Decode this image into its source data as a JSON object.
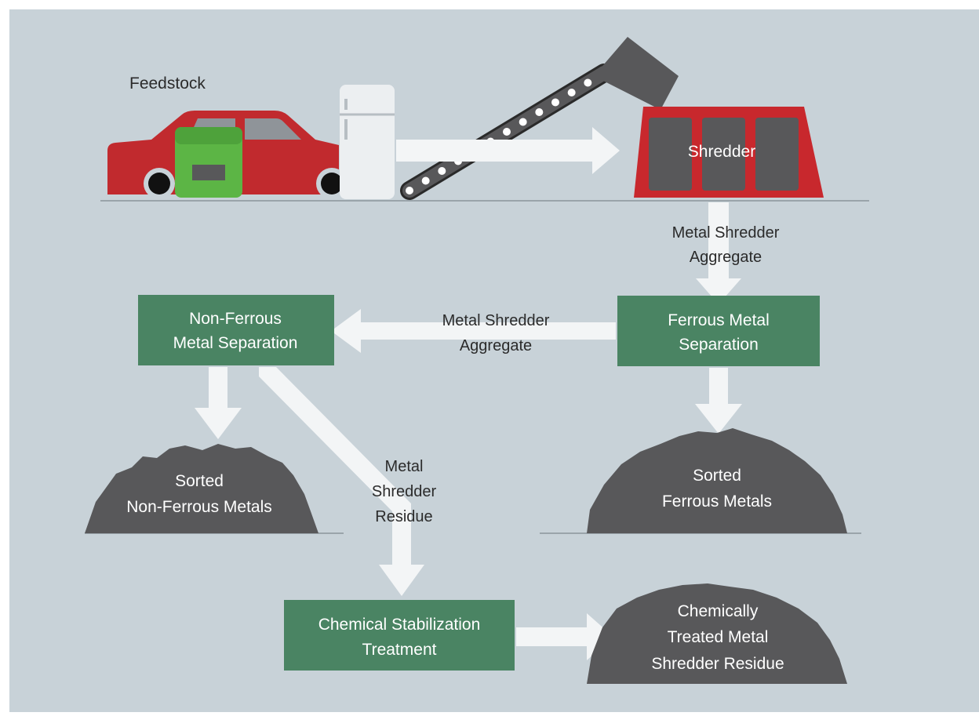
{
  "feedstock_label": "Feedstock",
  "shredder_label": "Shredder",
  "flow_labels": {
    "shredder_to_ferrous": [
      "Metal Shredder",
      "Aggregate"
    ],
    "ferrous_to_nonferrous": [
      "Metal Shredder",
      "Aggregate"
    ],
    "residue": [
      "Metal",
      "Shredder",
      "Residue"
    ]
  },
  "process_boxes": {
    "non_ferrous": [
      "Non-Ferrous",
      "Metal Separation"
    ],
    "ferrous": [
      "Ferrous Metal",
      "Separation"
    ],
    "chemical": [
      "Chemical Stabilization",
      "Treatment"
    ]
  },
  "piles": {
    "sorted_non_ferrous": [
      "Sorted",
      "Non-Ferrous Metals"
    ],
    "sorted_ferrous": [
      "Sorted",
      "Ferrous Metals"
    ],
    "treated_residue": [
      "Chemically",
      "Treated Metal",
      "Shredder Residue"
    ]
  },
  "colors": {
    "background": "#c8d2d8",
    "process_box": "#4a8463",
    "arrow": "#f3f5f6",
    "pile": "#58585a",
    "shredder_frame": "#c8282d",
    "car_body": "#c12a2e",
    "bin": "#5cb545"
  }
}
